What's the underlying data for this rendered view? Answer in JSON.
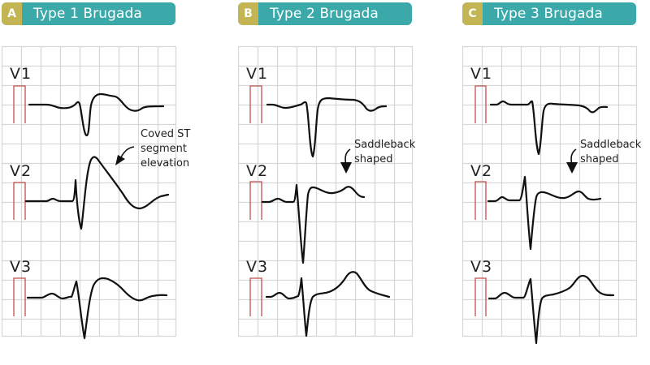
{
  "panels": [
    {
      "letter": "A",
      "title": "Type 1 Brugada",
      "leads": [
        "V1",
        "V2",
        "V3"
      ],
      "annotation": {
        "lines": [
          "Coved ST",
          "segment",
          "elevation"
        ],
        "lead": "V2"
      }
    },
    {
      "letter": "B",
      "title": "Type 2 Brugada",
      "leads": [
        "V1",
        "V2",
        "V3"
      ],
      "annotation": {
        "lines": [
          "Saddleback",
          "shaped"
        ],
        "lead": "V2"
      }
    },
    {
      "letter": "C",
      "title": "Type 3 Brugada",
      "leads": [
        "V1",
        "V2",
        "V3"
      ],
      "annotation": {
        "lines": [
          "Saddleback",
          "shaped"
        ],
        "lead": "V2"
      }
    }
  ],
  "colors": {
    "header_teal": "#3ba9a9",
    "badge_olive": "#c3b554",
    "grid": "#d6d6d6",
    "calibration": "#c0504d",
    "trace": "#111111"
  }
}
